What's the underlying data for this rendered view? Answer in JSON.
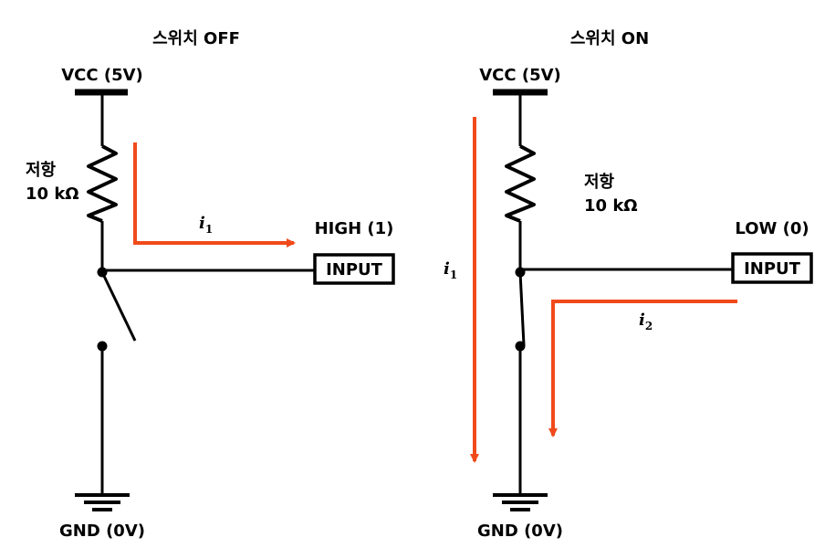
{
  "left": {
    "title": "스위치 OFF",
    "vcc": "VCC (5V)",
    "resistor_line1": "저항",
    "resistor_line2": "10 kΩ",
    "state": "HIGH (1)",
    "input": "INPUT",
    "gnd": "GND (0V)",
    "current1": "i",
    "current1_sub": "1"
  },
  "right": {
    "title": "스위치 ON",
    "vcc": "VCC (5V)",
    "resistor_line1": "저항",
    "resistor_line2": "10 kΩ",
    "state": "LOW (0)",
    "input": "INPUT",
    "gnd": "GND (0V)",
    "current1": "i",
    "current1_sub": "1",
    "current2": "i",
    "current2_sub": "2"
  },
  "colors": {
    "wire": "#000000",
    "current_arrow": "#f04a1a"
  }
}
